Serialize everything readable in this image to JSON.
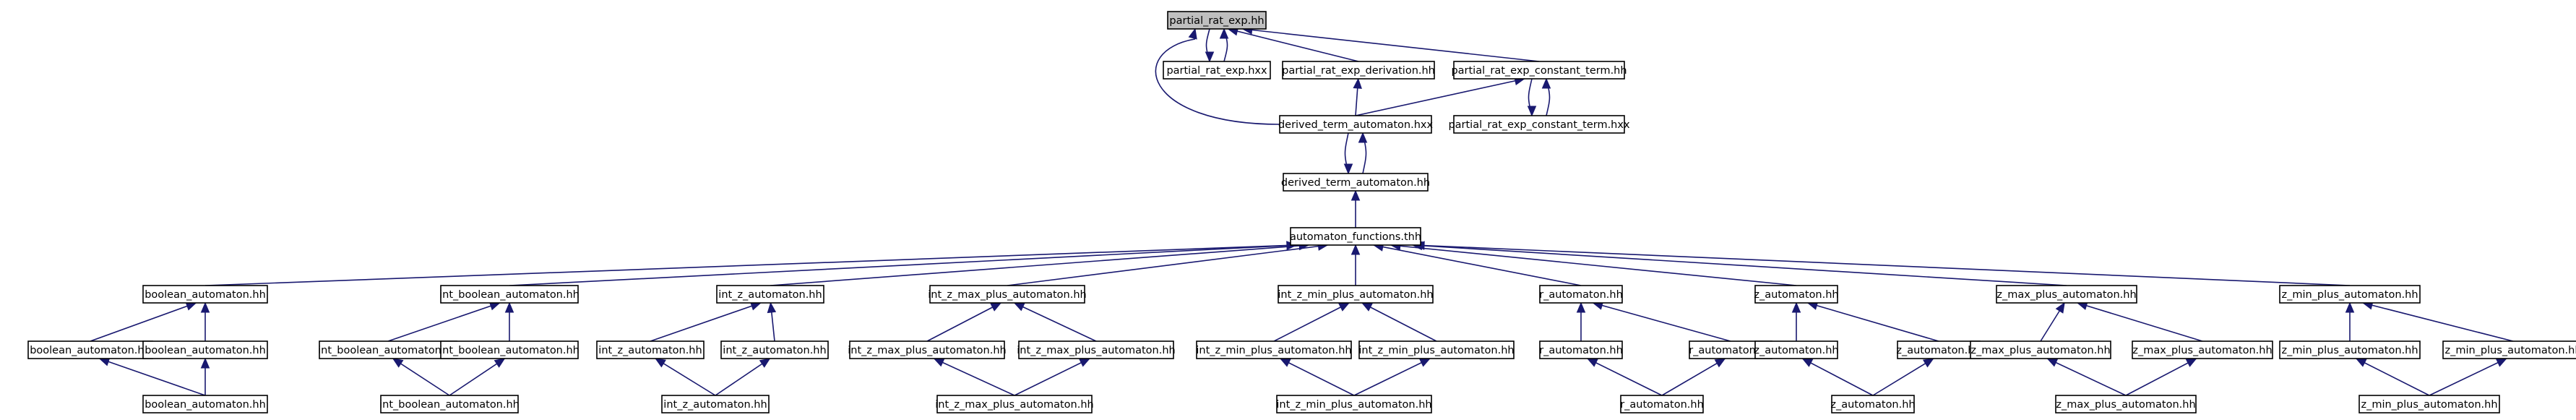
{
  "diagram": {
    "type": "include-dependency-graph",
    "colors": {
      "edge": "#191970",
      "node_border": "#000000",
      "root_fill": "#bfbfbf",
      "node_fill": "#ffffff"
    },
    "nodes": [
      {
        "id": "n0",
        "label": "partial_rat_exp.hh",
        "root": true
      },
      {
        "id": "n1",
        "label": "partial_rat_exp.hxx"
      },
      {
        "id": "n2",
        "label": "partial_rat_exp_derivation.hh"
      },
      {
        "id": "n3",
        "label": "partial_rat_exp_constant_term.hh"
      },
      {
        "id": "n4",
        "label": "derived_term_automaton.hxx"
      },
      {
        "id": "n5",
        "label": "partial_rat_exp_constant_term.hxx"
      },
      {
        "id": "n6",
        "label": "derived_term_automaton.hh"
      },
      {
        "id": "n7",
        "label": "automaton_functions.thh"
      },
      {
        "id": "g0",
        "label": "boolean_automaton.hh"
      },
      {
        "id": "g0a",
        "label": "boolean_automaton.hh"
      },
      {
        "id": "g0b",
        "label": "boolean_automaton.hh"
      },
      {
        "id": "g0c",
        "label": "boolean_automaton.hh"
      },
      {
        "id": "g1",
        "label": "int_boolean_automaton.hh"
      },
      {
        "id": "g1a",
        "label": "int_boolean_automaton.hh"
      },
      {
        "id": "g1b",
        "label": "int_boolean_automaton.hh"
      },
      {
        "id": "g1c",
        "label": "int_boolean_automaton.hh"
      },
      {
        "id": "g2",
        "label": "int_z_automaton.hh"
      },
      {
        "id": "g2a",
        "label": "int_z_automaton.hh"
      },
      {
        "id": "g2b",
        "label": "int_z_automaton.hh"
      },
      {
        "id": "g2c",
        "label": "int_z_automaton.hh"
      },
      {
        "id": "g3",
        "label": "int_z_max_plus_automaton.hh"
      },
      {
        "id": "g3a",
        "label": "int_z_max_plus_automaton.hh"
      },
      {
        "id": "g3b",
        "label": "int_z_max_plus_automaton.hh"
      },
      {
        "id": "g3c",
        "label": "int_z_max_plus_automaton.hh"
      },
      {
        "id": "g4",
        "label": "int_z_min_plus_automaton.hh"
      },
      {
        "id": "g4a",
        "label": "int_z_min_plus_automaton.hh"
      },
      {
        "id": "g4b",
        "label": "int_z_min_plus_automaton.hh"
      },
      {
        "id": "g4c",
        "label": "int_z_min_plus_automaton.hh"
      },
      {
        "id": "g5",
        "label": "r_automaton.hh"
      },
      {
        "id": "g5a",
        "label": "r_automaton.hh"
      },
      {
        "id": "g5b",
        "label": "r_automaton.hh"
      },
      {
        "id": "g5c",
        "label": "r_automaton.hh"
      },
      {
        "id": "g6",
        "label": "z_automaton.hh"
      },
      {
        "id": "g6a",
        "label": "z_automaton.hh"
      },
      {
        "id": "g6b",
        "label": "z_automaton.hh"
      },
      {
        "id": "g6c",
        "label": "z_automaton.hh"
      },
      {
        "id": "g7",
        "label": "z_max_plus_automaton.hh"
      },
      {
        "id": "g7a",
        "label": "z_max_plus_automaton.hh"
      },
      {
        "id": "g7b",
        "label": "z_max_plus_automaton.hh"
      },
      {
        "id": "g7c",
        "label": "z_max_plus_automaton.hh"
      },
      {
        "id": "g8",
        "label": "z_min_plus_automaton.hh"
      },
      {
        "id": "g8a",
        "label": "z_min_plus_automaton.hh"
      },
      {
        "id": "g8b",
        "label": "z_min_plus_automaton.hh"
      },
      {
        "id": "g8c",
        "label": "z_min_plus_automaton.hh"
      }
    ],
    "edges": [
      {
        "from": "n1",
        "to": "n0"
      },
      {
        "from": "n0",
        "to": "n1"
      },
      {
        "from": "n2",
        "to": "n0"
      },
      {
        "from": "n3",
        "to": "n0"
      },
      {
        "from": "n4",
        "to": "n0"
      },
      {
        "from": "n4",
        "to": "n2"
      },
      {
        "from": "n4",
        "to": "n3"
      },
      {
        "from": "n5",
        "to": "n3"
      },
      {
        "from": "n3",
        "to": "n5"
      },
      {
        "from": "n6",
        "to": "n4"
      },
      {
        "from": "n4",
        "to": "n6"
      },
      {
        "from": "n7",
        "to": "n6"
      },
      {
        "from": "g0",
        "to": "n7"
      },
      {
        "from": "g1",
        "to": "n7"
      },
      {
        "from": "g2",
        "to": "n7"
      },
      {
        "from": "g3",
        "to": "n7"
      },
      {
        "from": "g4",
        "to": "n7"
      },
      {
        "from": "g5",
        "to": "n7"
      },
      {
        "from": "g6",
        "to": "n7"
      },
      {
        "from": "g7",
        "to": "n7"
      },
      {
        "from": "g8",
        "to": "n7"
      },
      {
        "from": "g0a",
        "to": "g0"
      },
      {
        "from": "g0b",
        "to": "g0"
      },
      {
        "from": "g0c",
        "to": "g0a"
      },
      {
        "from": "g0c",
        "to": "g0b"
      },
      {
        "from": "g1a",
        "to": "g1"
      },
      {
        "from": "g1b",
        "to": "g1"
      },
      {
        "from": "g1c",
        "to": "g1a"
      },
      {
        "from": "g1c",
        "to": "g1b"
      },
      {
        "from": "g2a",
        "to": "g2"
      },
      {
        "from": "g2b",
        "to": "g2"
      },
      {
        "from": "g2c",
        "to": "g2a"
      },
      {
        "from": "g2c",
        "to": "g2b"
      },
      {
        "from": "g3a",
        "to": "g3"
      },
      {
        "from": "g3b",
        "to": "g3"
      },
      {
        "from": "g3c",
        "to": "g3a"
      },
      {
        "from": "g3c",
        "to": "g3b"
      },
      {
        "from": "g4a",
        "to": "g4"
      },
      {
        "from": "g4b",
        "to": "g4"
      },
      {
        "from": "g4c",
        "to": "g4a"
      },
      {
        "from": "g4c",
        "to": "g4b"
      },
      {
        "from": "g5a",
        "to": "g5"
      },
      {
        "from": "g5b",
        "to": "g5"
      },
      {
        "from": "g5c",
        "to": "g5a"
      },
      {
        "from": "g5c",
        "to": "g5b"
      },
      {
        "from": "g6a",
        "to": "g6"
      },
      {
        "from": "g6b",
        "to": "g6"
      },
      {
        "from": "g6c",
        "to": "g6a"
      },
      {
        "from": "g6c",
        "to": "g6b"
      },
      {
        "from": "g7a",
        "to": "g7"
      },
      {
        "from": "g7b",
        "to": "g7"
      },
      {
        "from": "g7c",
        "to": "g7a"
      },
      {
        "from": "g7c",
        "to": "g7b"
      },
      {
        "from": "g8a",
        "to": "g8"
      },
      {
        "from": "g8b",
        "to": "g8"
      },
      {
        "from": "g8c",
        "to": "g8a"
      },
      {
        "from": "g8c",
        "to": "g8b"
      }
    ]
  }
}
